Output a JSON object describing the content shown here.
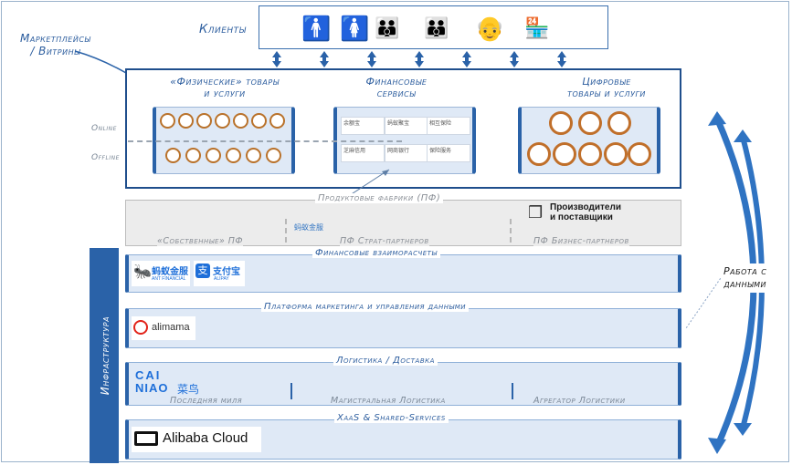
{
  "clients_title": "Клиенты",
  "marketplaces_label_line1": "Маркетплейсы",
  "marketplaces_label_line2": "/ Витрины",
  "physical_goods_line1": "«Физические» товары",
  "physical_goods_line2": "и услуги",
  "financial_services_line1": "Финансовые",
  "financial_services_line2": "сервисы",
  "digital_goods_line1": "Цифровые",
  "digital_goods_line2": "товары и услуги",
  "online_label": "Online",
  "offline_label": "Offline",
  "product_factories_title": "Продуктовые фабрики (ПФ)",
  "own_pf_label": "«Собственные» ПФ",
  "strat_partners_label": "ПФ Страт-партнеров",
  "business_partners_label": "ПФ Бизнес-партнеров",
  "producers_line1": "Производители",
  "producers_line2": "и поставщики",
  "ant_small_label": "蚂蚁金服",
  "fin_settlements_title": "Финансовые взаиморасчеты",
  "ant_financial_label": "蚂蚁金服",
  "ant_financial_sub": "ANT FINANCIAL",
  "alipay_label": "支付宝",
  "alipay_sub": "ALIPAY",
  "marketing_platform_title": "Платформа маркетинга и управления данными",
  "alimama_label": "alimama",
  "logistics_title": "Логистика / Доставка",
  "cainiao_line1": "CAI",
  "cainiao_line2": "NIAO",
  "cainiao_cn": "菜鸟",
  "last_mile_label": "Последняя миля",
  "trunk_logistics_label": "Магистральная Логистика",
  "logistics_aggregator_label": "Агрегатор Логистики",
  "xaas_title": "XaaS & Shared-Services",
  "alibaba_cloud_label": "Alibaba Cloud",
  "infrastructure_label": "Инфраструктура",
  "data_work_line1": "Работа с",
  "data_work_line2": "данными",
  "fin_services_logos": [
    "余额宝",
    "蚂蚁聚宝",
    "相互保险",
    "芝麻信用",
    "网商银行",
    "保险服务"
  ],
  "colors": {
    "accent": "#2a62a8",
    "dark": "#1f4e8c",
    "panel": "#dfe9f6",
    "coin": "#b9722b"
  }
}
